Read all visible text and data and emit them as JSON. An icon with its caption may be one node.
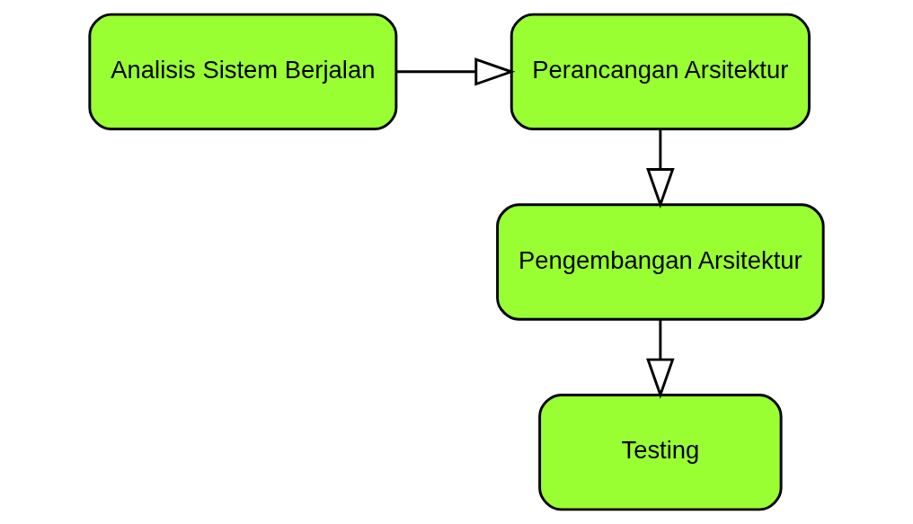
{
  "diagram": {
    "nodes": [
      {
        "text": [
          "Analisis Sistem Berjalan"
        ]
      },
      {
        "text": [
          "Perancangan Arsitektur"
        ]
      },
      {
        "text": [
          "Pengembangan Arsitektur"
        ]
      },
      {
        "text": [
          "Testing"
        ]
      }
    ],
    "edges": [
      {
        "from": 0,
        "to": 1,
        "arrow": "to"
      },
      {
        "from": 1,
        "to": 2,
        "arrow": "to"
      },
      {
        "from": 2,
        "to": 3,
        "arrow": "to"
      }
    ]
  }
}
